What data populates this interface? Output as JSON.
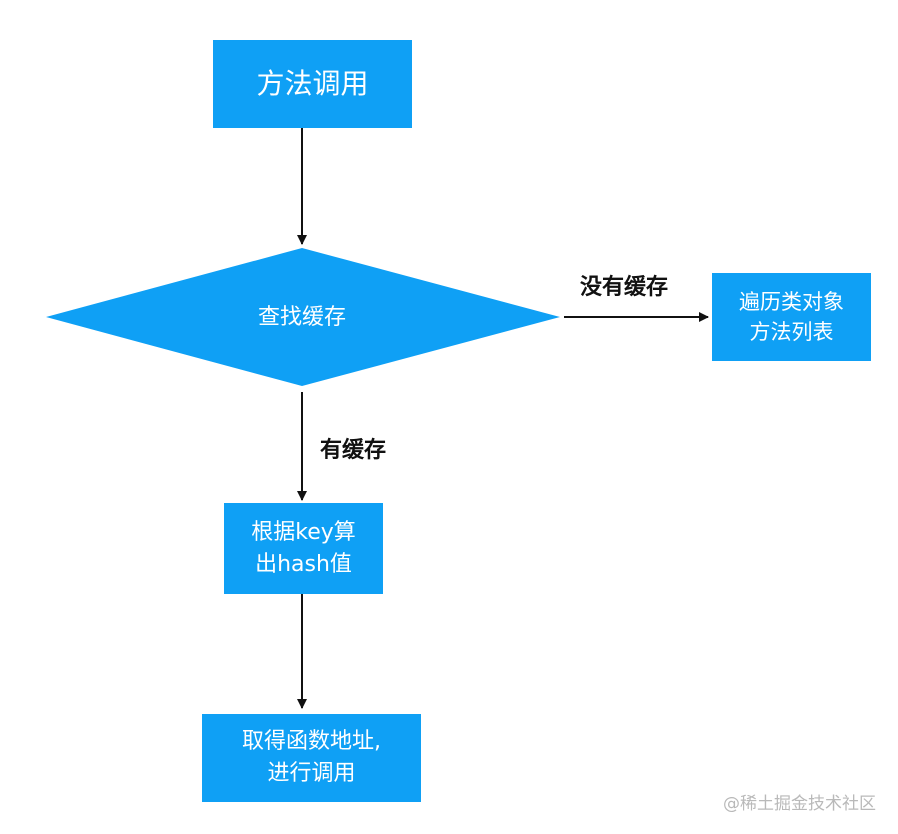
{
  "diagram": {
    "accent_color": "#0fa0f5",
    "nodes": {
      "start": "方法调用",
      "decision": "查找缓存",
      "no_cache_action": "遍历类对象\n方法列表",
      "hash": "根据key算\n出hash值",
      "call": "取得函数地址,\n进行调用"
    },
    "edge_labels": {
      "no_cache": "没有缓存",
      "has_cache": "有缓存"
    }
  },
  "watermark": "@稀土掘金技术社区"
}
